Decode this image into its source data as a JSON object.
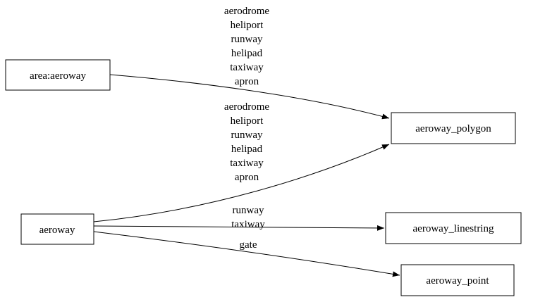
{
  "diagram": {
    "nodes": {
      "area_aeroway": {
        "label": "area:aeroway"
      },
      "aeroway": {
        "label": "aeroway"
      },
      "aeroway_polygon": {
        "label": "aeroway_polygon"
      },
      "aeroway_linestring": {
        "label": "aeroway_linestring"
      },
      "aeroway_point": {
        "label": "aeroway_point"
      }
    },
    "edges": [
      {
        "from": "area:aeroway",
        "to": "aeroway_polygon",
        "labels": [
          "aerodrome",
          "heliport",
          "runway",
          "helipad",
          "taxiway",
          "apron"
        ]
      },
      {
        "from": "aeroway",
        "to": "aeroway_polygon",
        "labels": [
          "aerodrome",
          "heliport",
          "runway",
          "helipad",
          "taxiway",
          "apron"
        ]
      },
      {
        "from": "aeroway",
        "to": "aeroway_linestring",
        "labels": [
          "runway",
          "taxiway"
        ]
      },
      {
        "from": "aeroway",
        "to": "aeroway_point",
        "labels": [
          "gate"
        ]
      }
    ],
    "colors": {
      "stroke": "#000000",
      "background": "#ffffff"
    }
  }
}
